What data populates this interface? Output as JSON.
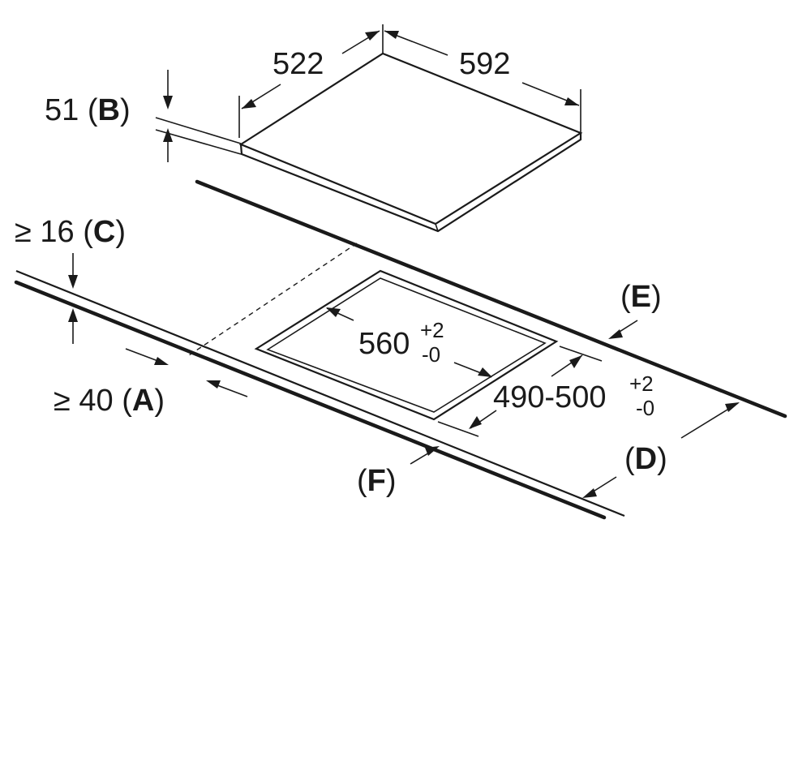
{
  "dimensions": {
    "hob_depth": "522",
    "hob_width": "592",
    "hob_height_value": "51",
    "hob_height_letter": "B",
    "min_gap_value": "16",
    "min_gap_letter": "C",
    "front_edge_value": "40",
    "front_edge_letter": "A",
    "cutout_width": "560",
    "cutout_width_tol_plus": "+2",
    "cutout_width_tol_minus": "-0",
    "cutout_depth": "490-500",
    "cutout_depth_tol_plus": "+2",
    "cutout_depth_tol_minus": "-0",
    "worktop_depth_letter": "D",
    "rear_edge_letter": "E",
    "front_line_letter": "F"
  },
  "symbols": {
    "geq": "≥",
    "open_paren": "(",
    "close_paren": ")"
  }
}
